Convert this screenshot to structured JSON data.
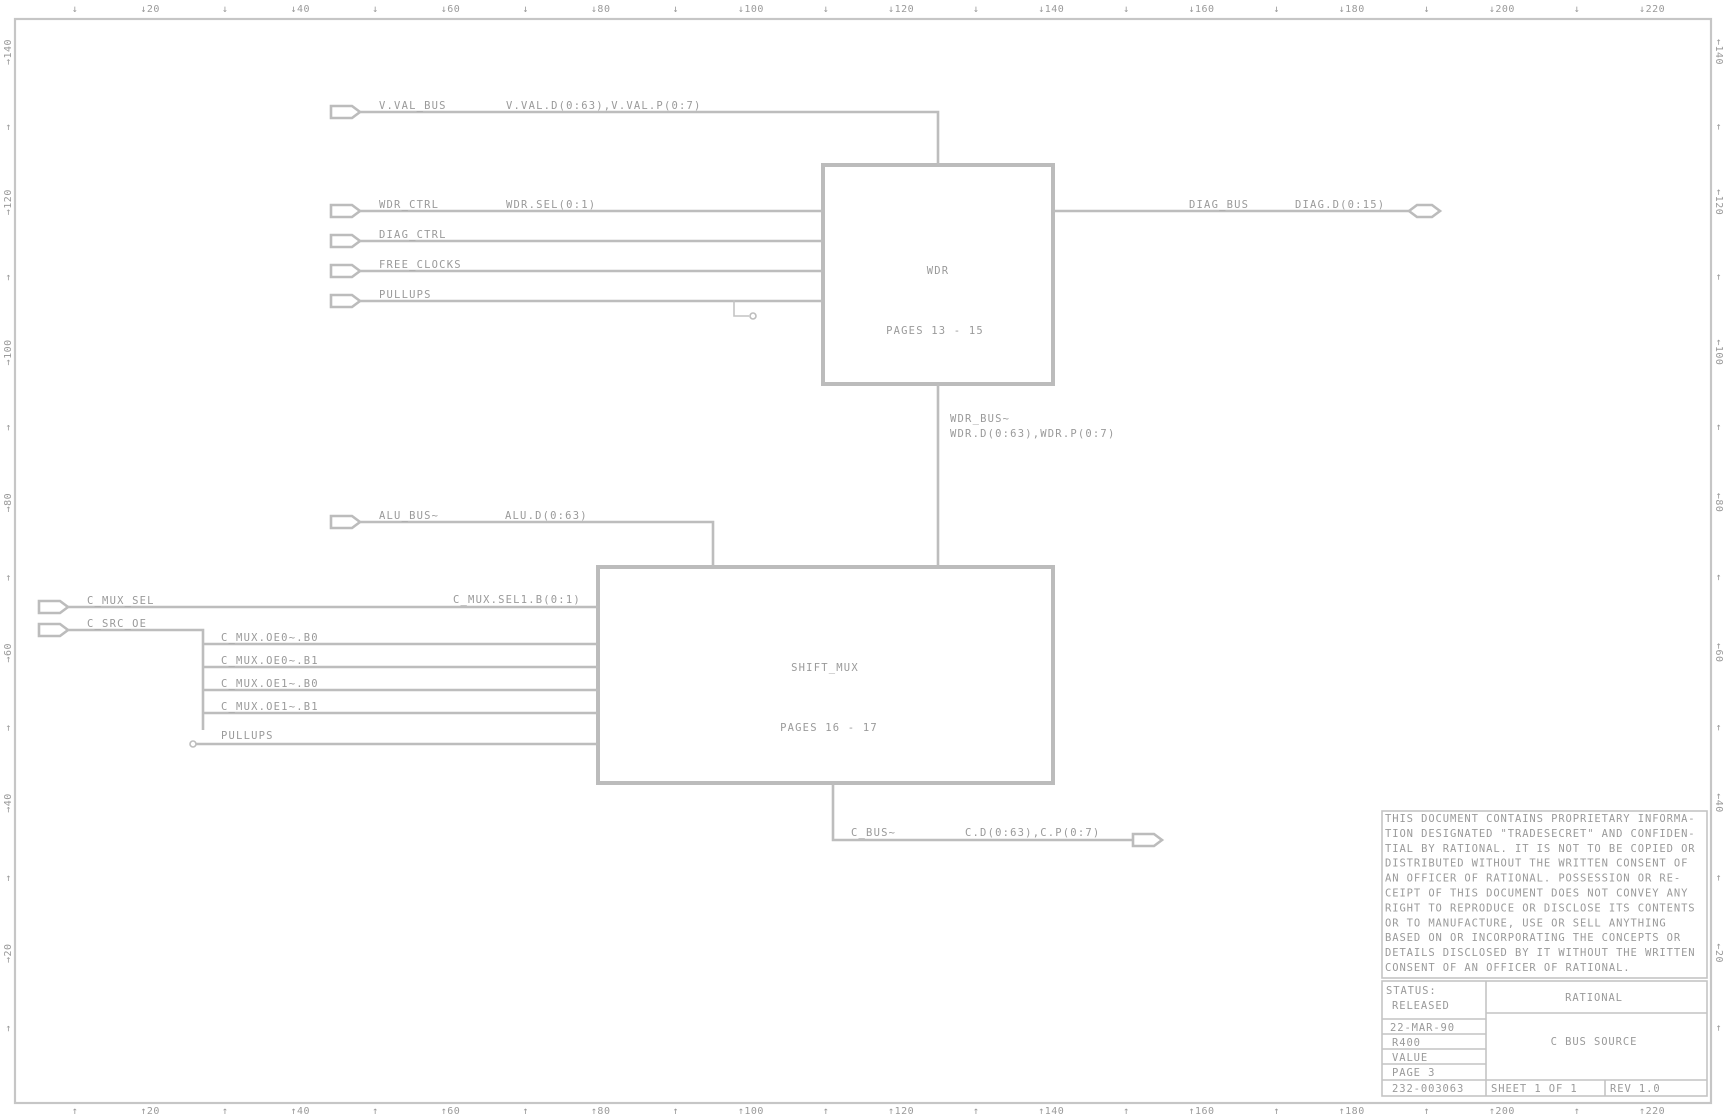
{
  "ruler": {
    "top": [
      "↓",
      "↓20",
      "↓",
      "↓40",
      "↓",
      "↓60",
      "↓",
      "↓80",
      "↓",
      "↓100",
      "↓",
      "↓120",
      "↓",
      "↓140",
      "↓",
      "↓160",
      "↓",
      "↓180",
      "↓",
      "↓200",
      "↓",
      "↓220"
    ],
    "bottom": [
      "↑",
      "↑20",
      "↑",
      "↑40",
      "↑",
      "↑60",
      "↑",
      "↑80",
      "↑",
      "↑100",
      "↑",
      "↑120",
      "↑",
      "↑140",
      "↑",
      "↑160",
      "↑",
      "↑180",
      "↑",
      "↑200",
      "↑",
      "↑220"
    ],
    "left": [
      "→140",
      "→",
      "→120",
      "→",
      "→100",
      "→",
      "→80",
      "→",
      "→60",
      "→",
      "→40",
      "→",
      "→20",
      "→"
    ],
    "right": [
      "←140",
      "←",
      "←120",
      "←",
      "←100",
      "←",
      "←80",
      "←",
      "←60",
      "←",
      "←40",
      "←",
      "←20",
      "←"
    ]
  },
  "blocks": {
    "wdr": {
      "name": "WDR",
      "pages": "PAGES  13 - 15"
    },
    "shift_mux": {
      "name": "SHIFT_MUX",
      "pages": "PAGES  16 - 17"
    }
  },
  "nets": {
    "v_val_bus": {
      "port": "V.VAL_BUS",
      "signal": "V.VAL.D(0:63),V.VAL.P(0:7)"
    },
    "wdr_ctrl": {
      "port": "WDR_CTRL",
      "signal": "WDR.SEL(0:1)"
    },
    "diag_ctrl": {
      "port": "DIAG_CTRL"
    },
    "free_clocks": {
      "port": "FREE_CLOCKS"
    },
    "pullups_top": {
      "port": "PULLUPS"
    },
    "diag_bus": {
      "port": "DIAG_BUS",
      "signal": "DIAG.D(0:15)"
    },
    "wdr_bus": {
      "port": "WDR_BUS~",
      "signal": "WDR.D(0:63),WDR.P(0:7)"
    },
    "alu_bus": {
      "port": "ALU_BUS~",
      "signal": "ALU.D(0:63)"
    },
    "c_mux_sel": {
      "port": "C_MUX_SEL",
      "signal": "C_MUX.SEL1.B(0:1)"
    },
    "c_src_oe": {
      "port": "C_SRC_OE"
    },
    "oe_lines": [
      "C_MUX.OE0~.B0",
      "C_MUX.OE0~.B1",
      "C_MUX.OE1~.B0",
      "C_MUX.OE1~.B1"
    ],
    "pullups_bottom": {
      "port": "PULLUPS"
    },
    "c_bus": {
      "port": "C_BUS~",
      "signal": "C.D(0:63),C.P(0:7)"
    }
  },
  "proprietary_notice": [
    "THIS DOCUMENT CONTAINS PROPRIETARY INFORMA-",
    "TION DESIGNATED \"TRADESECRET\" AND CONFIDEN-",
    "TIAL BY RATIONAL. IT IS NOT TO BE COPIED OR",
    "DISTRIBUTED WITHOUT THE WRITTEN CONSENT OF",
    "AN OFFICER OF RATIONAL. POSSESSION OR RE-",
    "CEIPT OF THIS DOCUMENT DOES NOT CONVEY ANY",
    "RIGHT TO REPRODUCE OR DISCLOSE ITS CONTENTS",
    "OR TO MANUFACTURE, USE OR SELL ANYTHING",
    "BASED ON OR INCORPORATING THE CONCEPTS OR",
    "DETAILS DISCLOSED BY IT WITHOUT THE WRITTEN",
    "CONSENT OF AN OFFICER OF RATIONAL."
  ],
  "title_block": {
    "status_label": "STATUS:",
    "status_value": "RELEASED",
    "date": "22-MAR-90",
    "model": "R400",
    "board": "VALUE",
    "page": "PAGE  3",
    "drawing_number": "232-003063",
    "company": "RATIONAL",
    "title": "C BUS SOURCE",
    "sheet": "SHEET 1  OF 1",
    "rev": "REV  1.0"
  }
}
